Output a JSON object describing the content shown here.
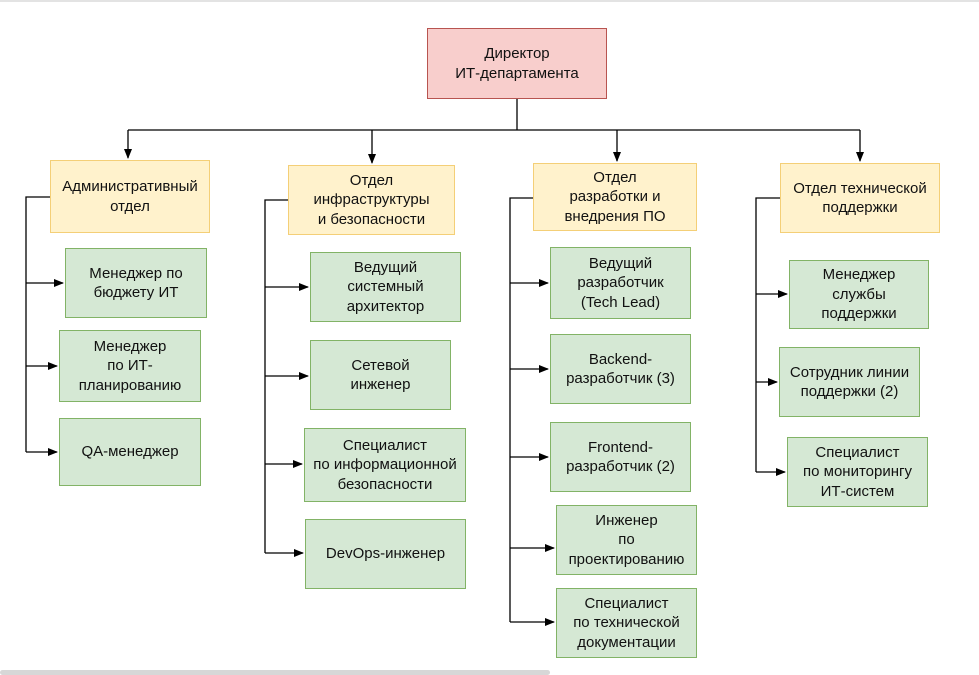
{
  "chart_data": {
    "type": "org-chart",
    "root": "Директор\nИТ-департамента",
    "departments": [
      {
        "label": "Административный\nотдел",
        "roles": [
          "Менеджер по\nбюджету ИТ",
          "Менеджер\nпо ИТ-\nпланированию",
          "QA-менеджер"
        ]
      },
      {
        "label": "Отдел\nинфраструктуры\nи безопасности",
        "roles": [
          "Ведущий\nсистемный\nархитектор",
          "Сетевой\nинженер",
          "Специалист\nпо информационной\nбезопасности",
          "DevOps-инженер"
        ]
      },
      {
        "label": "Отдел\nразработки и\nвнедрения ПО",
        "roles": [
          "Ведущий\nразработчик\n(Tech Lead)",
          "Backend-\nразработчик (3)",
          "Frontend-\nразработчик (2)",
          "Инженер\nпо\nпроектированию",
          "Специалист\nпо технической\nдокументации"
        ]
      },
      {
        "label": "Отдел технической\nподдержки",
        "roles": [
          "Менеджер\nслужбы\nподдержки",
          "Сотрудник линии\nподдержки (2)",
          "Специалист\nпо мониторингу\nИТ-систем"
        ]
      }
    ]
  },
  "colors": {
    "director_fill": "#f8cecc",
    "director_border": "#b85450",
    "department_fill": "#fff2cc",
    "department_border": "#f4cf77",
    "role_fill": "#d5e8d4",
    "role_border": "#82b366",
    "connector": "#000000"
  }
}
